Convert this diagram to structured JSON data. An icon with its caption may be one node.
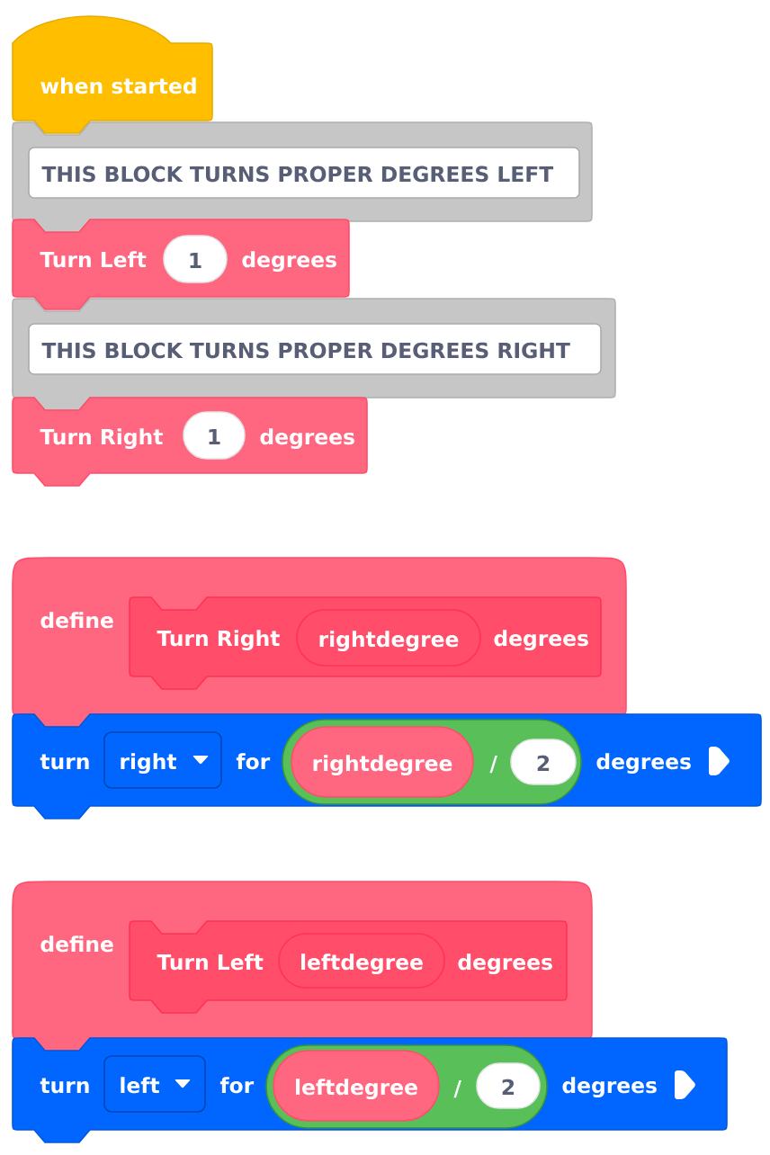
{
  "diagram": {
    "nodes": [
      {
        "text": [
          "when started"
        ]
      },
      {
        "text": [],
        "shape": "box"
      },
      {
        "text": [
          "THIS BLOCK TURNS PROPER DEGREES LEFT"
        ],
        "in": 1
      },
      {
        "text": [
          "Turn Left",
          "degrees"
        ]
      },
      {
        "text": [
          "1"
        ],
        "in": 3
      },
      {
        "text": [],
        "shape": "box"
      },
      {
        "text": [
          "THIS BLOCK TURNS PROPER DEGREES RIGHT"
        ],
        "in": 5
      },
      {
        "text": [
          "Turn Right",
          "degrees"
        ]
      },
      {
        "text": [
          "1"
        ],
        "in": 7
      },
      {
        "text": [
          "define"
        ]
      },
      {
        "text": [
          "Turn Right",
          "degrees"
        ],
        "in": 9
      },
      {
        "text": [
          "rightdegree"
        ],
        "in": 10
      },
      {
        "text": [
          "turn",
          "for",
          "degrees"
        ]
      },
      {
        "text": [
          "right"
        ],
        "in": 12
      },
      {
        "text": [
          "/"
        ],
        "in": 12
      },
      {
        "text": [
          "rightdegree"
        ],
        "in": 14
      },
      {
        "text": [
          "2"
        ],
        "in": 14
      },
      {
        "text": [
          "define"
        ]
      },
      {
        "text": [
          "Turn Left",
          "degrees"
        ],
        "in": 17
      },
      {
        "text": [
          "leftdegree"
        ],
        "in": 18
      },
      {
        "text": [
          "turn",
          "for",
          "degrees"
        ]
      },
      {
        "text": [
          "left"
        ],
        "in": 20
      },
      {
        "text": [
          "/"
        ],
        "in": 20
      },
      {
        "text": [
          "leftdegree"
        ],
        "in": 22
      },
      {
        "text": [
          "2"
        ],
        "in": 22
      }
    ]
  }
}
